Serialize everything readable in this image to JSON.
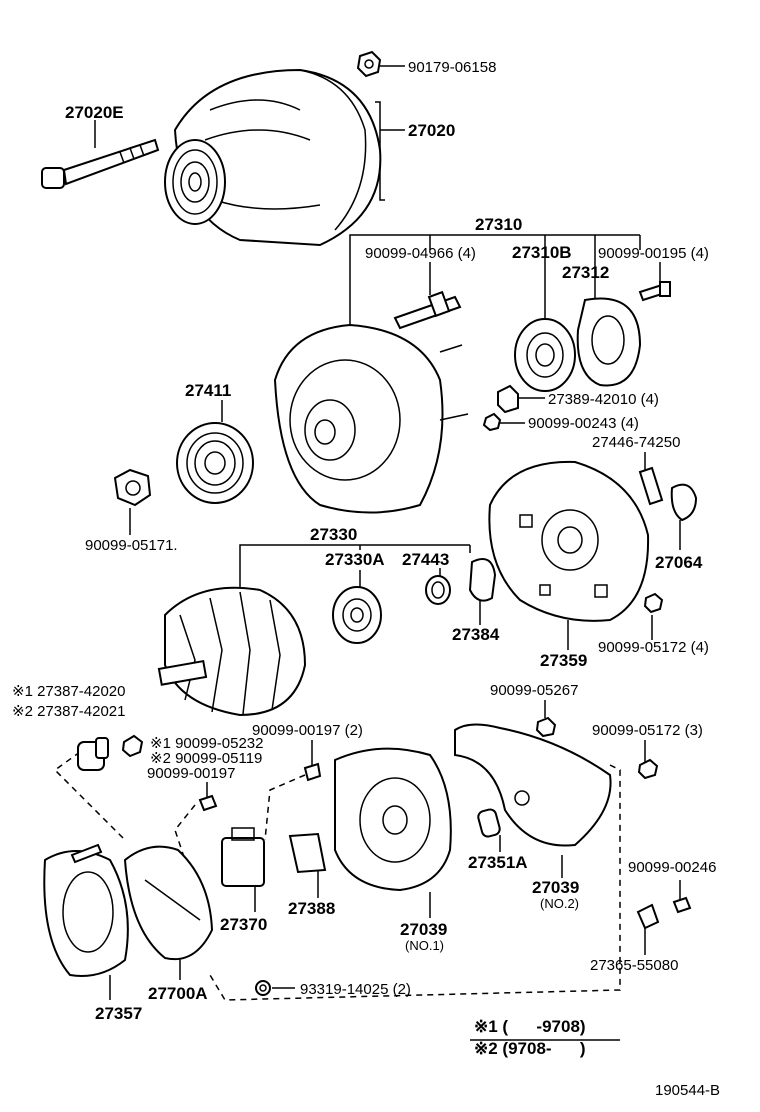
{
  "labels": {
    "p90179_06158": "90179-06158",
    "p27020E": "27020E",
    "p27020": "27020",
    "p27310": "27310",
    "p90099_04966": "90099-04966 (4)",
    "p27310B": "27310B",
    "p90099_00195": "90099-00195 (4)",
    "p27312": "27312",
    "p27389_42010": "27389-42010 (4)",
    "p90099_00243": "90099-00243 (4)",
    "p27411": "27411",
    "p90099_05171": "90099-05171.",
    "p27446_74250": "27446-74250",
    "p27064": "27064",
    "p27330": "27330",
    "p27330A": "27330A",
    "p27443": "27443",
    "p27384": "27384",
    "p27359": "27359",
    "p90099_05172_4": "90099-05172 (4)",
    "p27387_42020": "※1 27387-42020",
    "p27387_42021": "※2 27387-42021",
    "p90099_05267": "90099-05267",
    "p90099_00197_2": "90099-00197 (2)",
    "p90099_05172_3": "90099-05172 (3)",
    "p90099_05232": "※1 90099-05232",
    "p90099_05119": "※2 90099-05119",
    "p90099_00197": "90099-00197",
    "p27370": "27370",
    "p27388": "27388",
    "p27039_no1": "27039",
    "p27039_no1_sub": "(NO.1)",
    "p27351A": "27351A",
    "p27039_no2": "27039",
    "p27039_no2_sub": "(NO.2)",
    "p90099_00246": "90099-00246",
    "p27365_55080": "27365-55080",
    "p27357": "27357",
    "p27700A": "27700A",
    "p93319_14025": "93319-14025 (2)",
    "legend1": "※1 (      -9708)",
    "legend2": "※2 (9708-      )",
    "drawing_no": "190544-B"
  }
}
